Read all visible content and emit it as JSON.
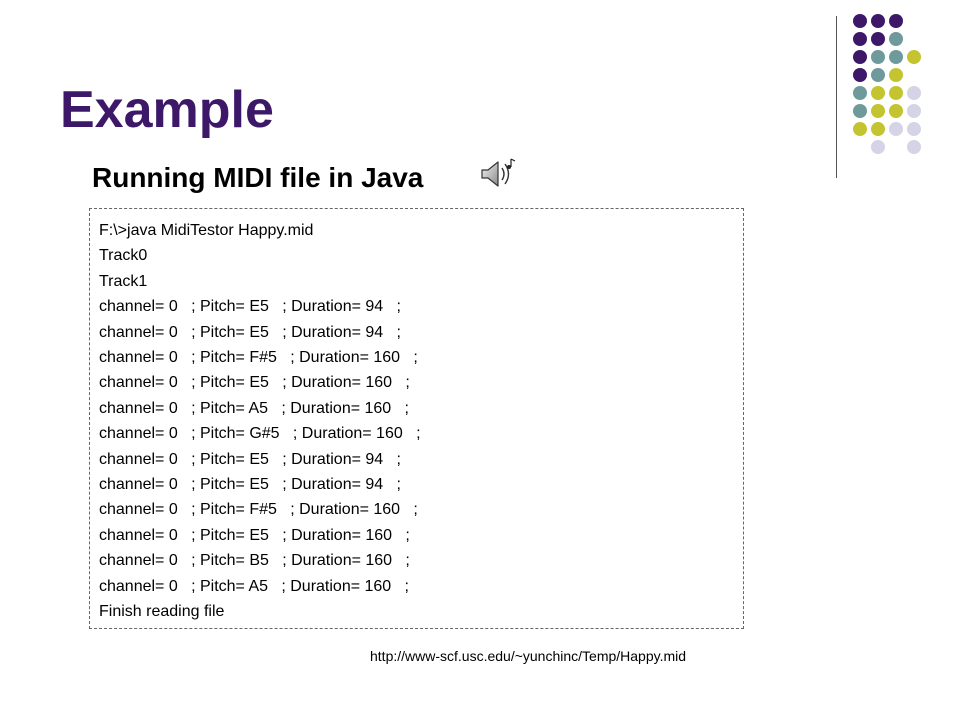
{
  "slide": {
    "title": "Example",
    "subtitle": "Running MIDI file in Java",
    "sound_icon": "speaker-sound-icon",
    "decoration_icon": "dot-grid-decoration",
    "source_url": "http://www-scf.usc.edu/~yunchinc/Temp/Happy.mid"
  },
  "colors": {
    "title": "#3d1869",
    "dot_purple": "#3d1869",
    "dot_teal": "#6e9a9c",
    "dot_olive": "#c4c430",
    "dot_lavender": "#d4d4e6"
  },
  "console": {
    "lines": [
      "F:\\>java MidiTestor Happy.mid",
      "Track0",
      "Track1",
      "channel= 0   ; Pitch= E5   ; Duration= 94   ;",
      "channel= 0   ; Pitch= E5   ; Duration= 94   ;",
      "channel= 0   ; Pitch= F#5   ; Duration= 160   ;",
      "channel= 0   ; Pitch= E5   ; Duration= 160   ;",
      "channel= 0   ; Pitch= A5   ; Duration= 160   ;",
      "channel= 0   ; Pitch= G#5   ; Duration= 160   ;",
      "channel= 0   ; Pitch= E5   ; Duration= 94   ;",
      "channel= 0   ; Pitch= E5   ; Duration= 94   ;",
      "channel= 0   ; Pitch= F#5   ; Duration= 160   ;",
      "channel= 0   ; Pitch= E5   ; Duration= 160   ;",
      "channel= 0   ; Pitch= B5   ; Duration= 160   ;",
      "channel= 0   ; Pitch= A5   ; Duration= 160   ;",
      "Finish reading file"
    ]
  }
}
